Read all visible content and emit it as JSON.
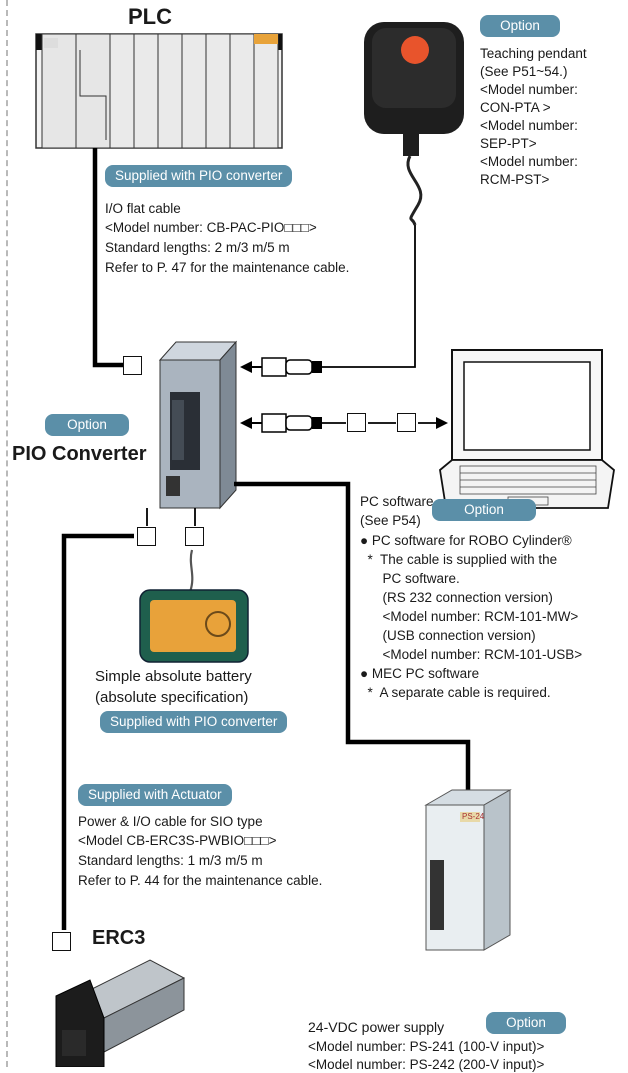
{
  "plc": {
    "title": "PLC"
  },
  "pendant": {
    "badge": "Option",
    "lines": [
      "Teaching pendant",
      "(See P51~54.)",
      "<Model number:",
      "CON-PTA >",
      "<Model number:",
      "SEP-PT>",
      "<Model number:",
      "RCM-PST>"
    ]
  },
  "io_cable": {
    "badge": "Supplied with PIO converter",
    "lines": [
      "I/O flat cable",
      "<Model number: CB-PAC-PIO□□□>",
      "Standard lengths: 2 m/3 m/5 m",
      "Refer to P. 47 for the maintenance cable."
    ]
  },
  "converter": {
    "badge": "Option",
    "title": "PIO Converter"
  },
  "pc_software": {
    "title": "PC software",
    "badge": "Option",
    "see": "(See P54)",
    "lines": [
      "● PC software for ROBO Cylinder®",
      "  *  The cable is supplied with the",
      "      PC software.",
      "      (RS 232 connection version)",
      "      <Model number: RCM-101-MW>",
      "      (USB connection version)",
      "      <Model number: RCM-101-USB>",
      "● MEC PC software",
      "  *  A separate cable is required."
    ]
  },
  "battery": {
    "lines": [
      "Simple absolute battery",
      "(absolute specification)"
    ],
    "badge": "Supplied with PIO converter"
  },
  "power_cable": {
    "badge": "Supplied with Actuator",
    "lines": [
      "Power & I/O cable for SIO type",
      "<Model CB-ERC3S-PWBIO□□□>",
      "Standard lengths: 1 m/3 m/5 m",
      "Refer to P. 44 for the maintenance cable."
    ]
  },
  "erc3": {
    "title": "ERC3"
  },
  "power_supply": {
    "title": "24-VDC power supply",
    "badge": "Option",
    "lines": [
      "<Model number: PS-241 (100-V input)>",
      "<Model number: PS-242 (200-V input)>"
    ],
    "label_code": "PS-24"
  },
  "colors": {
    "badge_bg": "#5b8fa8",
    "wire": "#000000",
    "pendant_button": "#e8542c"
  }
}
